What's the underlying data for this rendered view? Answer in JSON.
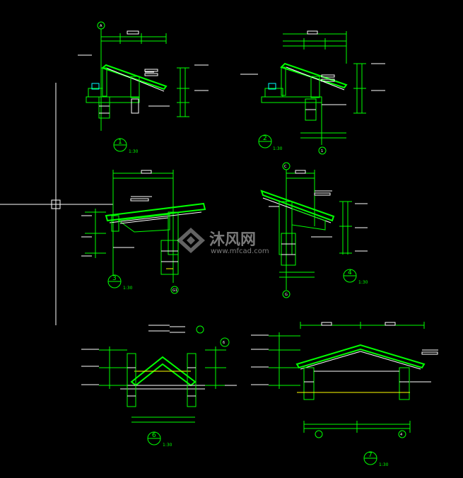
{
  "drawing": {
    "background": "#000000",
    "line_colors": {
      "primary": "#00ff00",
      "secondary": "#ffffff",
      "accent": "#ffff00",
      "hatch": "#00ffff"
    }
  },
  "details": [
    {
      "num": "1",
      "scale": "1:30"
    },
    {
      "num": "2",
      "scale": "1:30"
    },
    {
      "num": "3",
      "scale": "1:30"
    },
    {
      "num": "4",
      "scale": "1:30"
    },
    {
      "num": "6",
      "scale": "1:30"
    },
    {
      "num": "7",
      "scale": "1:30"
    }
  ],
  "axis_bubbles": [
    "A",
    "1",
    "C",
    "G1",
    "4"
  ],
  "watermark": {
    "brand": "沐风网",
    "url": "www.mfcad.com"
  }
}
